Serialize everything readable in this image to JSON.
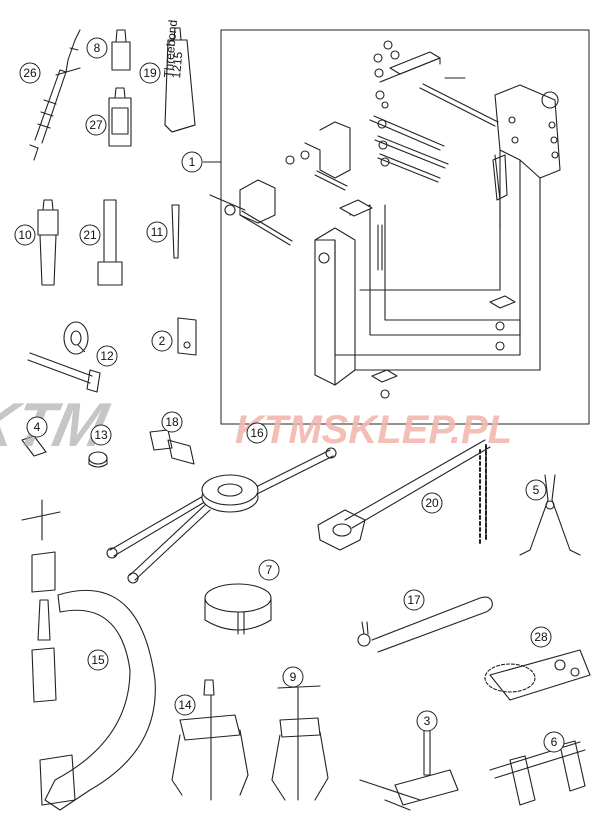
{
  "watermark": {
    "logo_text": "KTM",
    "site_text": "KTMSKLEP.PL",
    "logo_color": "#a9a9a9",
    "site_color": "#f2b8ad"
  },
  "callouts": [
    {
      "id": "c1",
      "label": "1"
    },
    {
      "id": "c2",
      "label": "2"
    },
    {
      "id": "c3",
      "label": "3"
    },
    {
      "id": "c4",
      "label": "4"
    },
    {
      "id": "c5",
      "label": "5"
    },
    {
      "id": "c6",
      "label": "6"
    },
    {
      "id": "c7",
      "label": "7"
    },
    {
      "id": "c8",
      "label": "8"
    },
    {
      "id": "c9",
      "label": "9"
    },
    {
      "id": "c10",
      "label": "10"
    },
    {
      "id": "c11",
      "label": "11"
    },
    {
      "id": "c12",
      "label": "12"
    },
    {
      "id": "c13",
      "label": "13"
    },
    {
      "id": "c14",
      "label": "14"
    },
    {
      "id": "c15",
      "label": "15"
    },
    {
      "id": "c16",
      "label": "16"
    },
    {
      "id": "c17",
      "label": "17"
    },
    {
      "id": "c18",
      "label": "18"
    },
    {
      "id": "c19",
      "label": "19"
    },
    {
      "id": "c20",
      "label": "20"
    },
    {
      "id": "c21",
      "label": "21"
    },
    {
      "id": "c26",
      "label": "26"
    },
    {
      "id": "c27",
      "label": "27"
    },
    {
      "id": "c28",
      "label": "28"
    }
  ],
  "tube_label": {
    "line1": "Threebond",
    "line2": "1215"
  }
}
